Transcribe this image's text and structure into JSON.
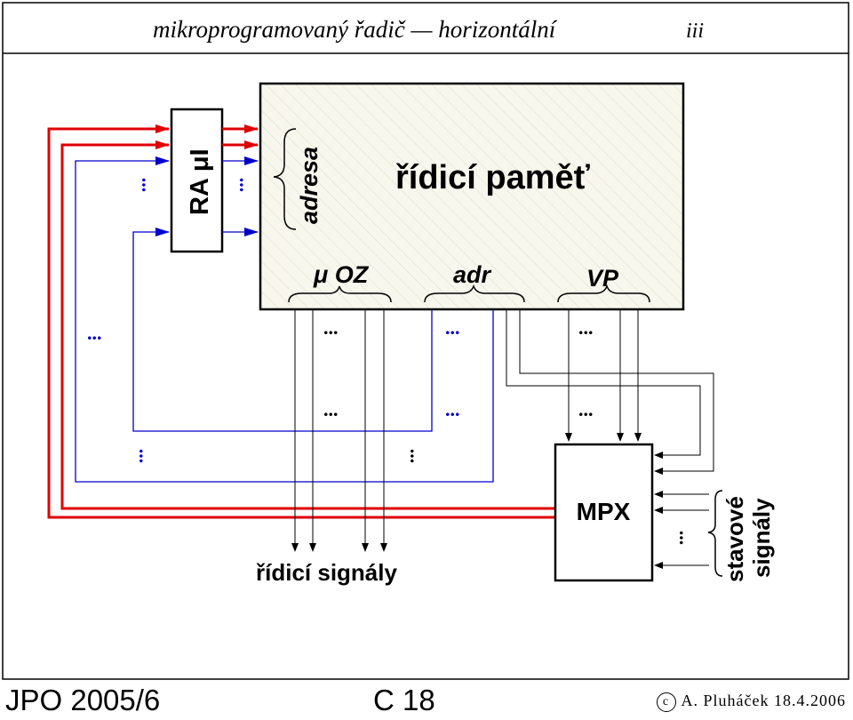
{
  "header": {
    "title": "mikroprogramovaný řadič — horizontální",
    "page_mark": "iii"
  },
  "diagram": {
    "ra_label": "RA μI",
    "memory_label": "řídicí paměť",
    "address_label": "adresa",
    "field_uoz": "μ OZ",
    "field_adr": "adr",
    "field_vp": "VP",
    "mpx_label": "MPX",
    "control_signals_label": "řídicí signály",
    "status_signals_line1": "stavové",
    "status_signals_line2": "signály",
    "dots": "..."
  },
  "colors": {
    "red_wire": "#e00000",
    "blue_wire": "#0000cc",
    "black": "#000000",
    "memory_fill": "#f5f5ea"
  },
  "footer": {
    "left": "JPO 2005/6",
    "center": "C 18",
    "copyright_symbol": "c",
    "right": "A. Pluháček 18.4.2006"
  }
}
